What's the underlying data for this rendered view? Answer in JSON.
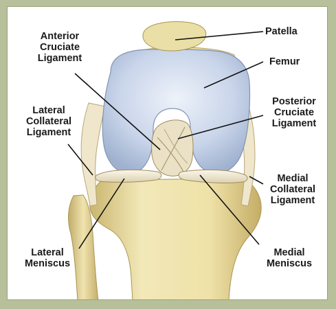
{
  "labels": {
    "patella": "Patella",
    "femur": "Femur",
    "acl": "Anterior\nCruciate\nLigament",
    "pcl": "Posterior\nCruciate\nLigament",
    "lcl": "Lateral\nCollateral\nLigament",
    "mcl": "Medial\nCollateral\nLigament",
    "lateral_meniscus": "Lateral\nMeniscus",
    "medial_meniscus": "Medial\nMeniscus"
  },
  "colors": {
    "frame": "#b7c09a",
    "bone": "#eadfa6",
    "bone_shadow": "#c9b878",
    "cartilage": "#c3d0e6",
    "cartilage_light": "#e9eef7",
    "ligament": "#ece3c9",
    "leader": "#111111"
  }
}
